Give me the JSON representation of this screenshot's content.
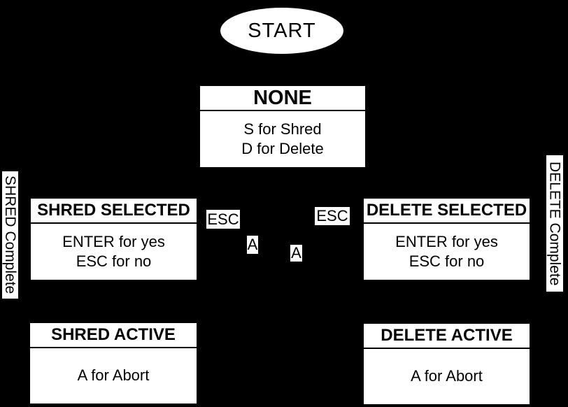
{
  "colors": {
    "background": "#000000",
    "node_fill": "#ffffff",
    "node_text": "#000000"
  },
  "start": {
    "label": "START"
  },
  "nodes": {
    "none": {
      "title": "NONE",
      "lines": [
        "S for Shred",
        "D for Delete"
      ]
    },
    "shred_selected": {
      "title": "SHRED SELECTED",
      "lines": [
        "ENTER for yes",
        "ESC for no"
      ]
    },
    "delete_selected": {
      "title": "DELETE SELECTED",
      "lines": [
        "ENTER for yes",
        "ESC for no"
      ]
    },
    "shred_active": {
      "title": "SHRED ACTIVE",
      "lines": [
        "A for Abort"
      ]
    },
    "delete_active": {
      "title": "DELETE ACTIVE",
      "lines": [
        "A for Abort"
      ]
    }
  },
  "edge_labels": {
    "esc_from_shred_selected": "ESC",
    "esc_from_delete_selected": "ESC",
    "abort_key_shred": "A",
    "abort_key_delete": "A",
    "shred_complete": "SHRED Complete",
    "delete_complete": "DELETE Complete"
  }
}
